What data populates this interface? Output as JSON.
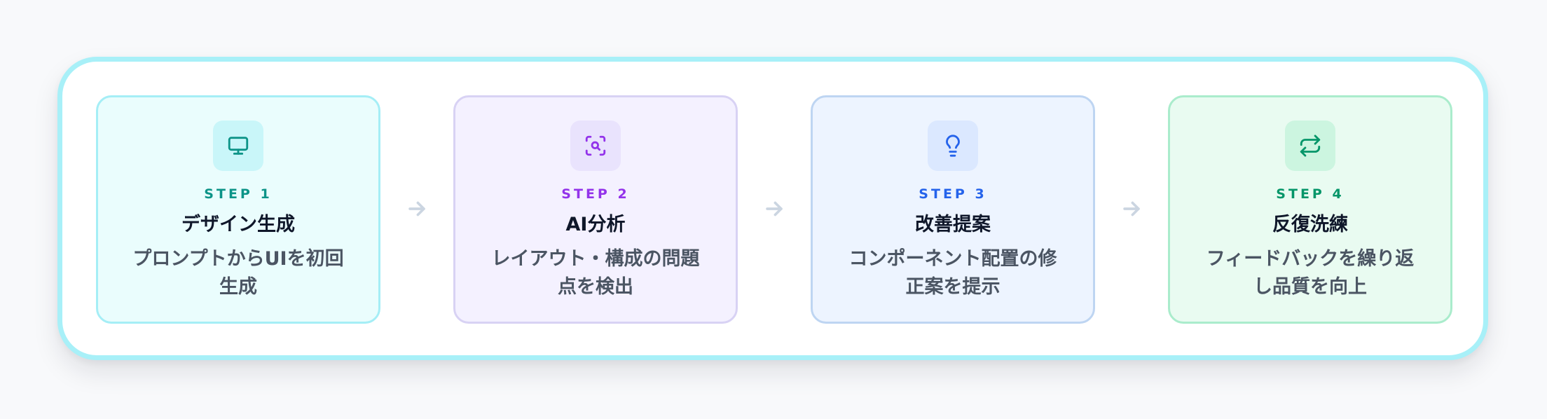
{
  "steps": [
    {
      "step_label": "STEP 1",
      "title": "デザイン生成",
      "description": "プロンプトからUIを初回生成",
      "icon": "monitor-icon",
      "accent": "#0d9488",
      "card_bg": "#eafdfd",
      "card_border": "#a5eef6",
      "icon_bg": "#c9f6f9"
    },
    {
      "step_label": "STEP 2",
      "title": "AI分析",
      "description": "レイアウト・構成の問題点を検出",
      "icon": "scan-search-icon",
      "accent": "#9333ea",
      "card_bg": "#f4f1ff",
      "card_border": "#d8d2f4",
      "icon_bg": "#e9e3fd"
    },
    {
      "step_label": "STEP 3",
      "title": "改善提案",
      "description": "コンポーネント配置の修正案を提示",
      "icon": "lightbulb-icon",
      "accent": "#2563eb",
      "card_bg": "#edf4ff",
      "card_border": "#bed5f2",
      "icon_bg": "#dbe8ff"
    },
    {
      "step_label": "STEP 4",
      "title": "反復洗練",
      "description": "フィードバックを繰り返し品質を向上",
      "icon": "repeat-icon",
      "accent": "#059669",
      "card_bg": "#e9fbf1",
      "card_border": "#aaeccc",
      "icon_bg": "#ccf5e0"
    }
  ],
  "arrow_icon": "arrow-right-icon"
}
